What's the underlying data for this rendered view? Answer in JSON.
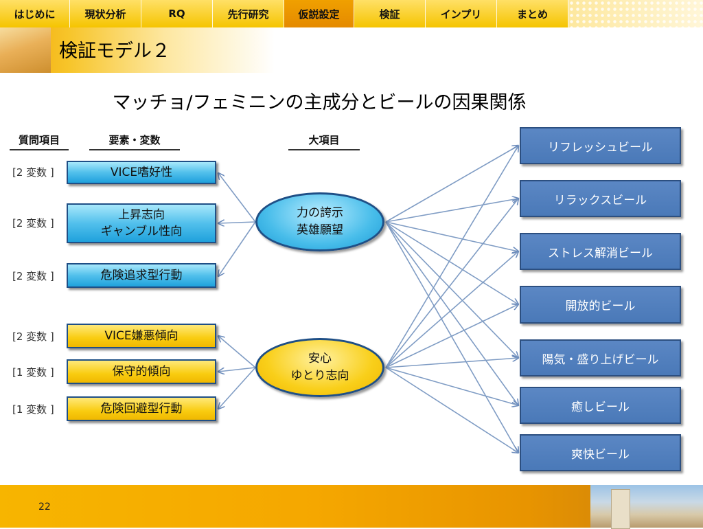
{
  "nav": {
    "tabs": [
      {
        "label": "はじめに"
      },
      {
        "label": "現状分析"
      },
      {
        "label": "RQ"
      },
      {
        "label": "先行研究"
      },
      {
        "label": "仮説設定"
      },
      {
        "label": "検証"
      },
      {
        "label": "インプリ"
      },
      {
        "label": "まとめ"
      }
    ],
    "active": "仮説設定"
  },
  "title": "検証モデル２",
  "subtitle": "マッチョ/フェミニンの主成分とビールの因果関係",
  "column_headers": {
    "question": "質問項目",
    "elements": "要素・変数",
    "major": "大項目"
  },
  "counts": [
    "[2 変数 ]",
    "[2 変数 ]",
    "[2 変数 ]",
    "[2 変数 ]",
    "[1 変数 ]",
    "[1 変数 ]"
  ],
  "variables": [
    {
      "label": "VICE嗜好性",
      "color": "blue"
    },
    {
      "label": "上昇志向\nギャンブル性向",
      "color": "blue"
    },
    {
      "label": "危険追求型行動",
      "color": "blue"
    },
    {
      "label": "VICE嫌悪傾向",
      "color": "gold"
    },
    {
      "label": "保守的傾向",
      "color": "gold"
    },
    {
      "label": "危険回避型行動",
      "color": "gold"
    }
  ],
  "factors": [
    {
      "label": "力の誇示\n英雄願望"
    },
    {
      "label": "安心\nゆとり志向"
    }
  ],
  "beers": [
    {
      "label": "リフレッシュビール"
    },
    {
      "label": "リラックスビール"
    },
    {
      "label": "ストレス解消ビール"
    },
    {
      "label": "開放的ビール"
    },
    {
      "label": "陽気・盛り上げビール"
    },
    {
      "label": "癒しビール"
    },
    {
      "label": "爽快ビール"
    }
  ],
  "colors": {
    "nav_active": "#e58a00",
    "nav_tab": "#f5c400",
    "variable_blue": "#1fa1dc",
    "variable_gold": "#f9cc10",
    "beer_box": "#4a79b8",
    "arrow": "#7f9cc4"
  },
  "page_number": "22"
}
